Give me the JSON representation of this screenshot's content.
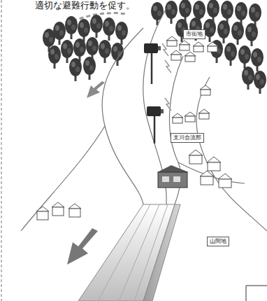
{
  "diagram": {
    "nodes": [
      {
        "text": [
          "市街地"
        ]
      },
      {
        "text": [
          "支川合流部"
        ]
      },
      {
        "text": [
          "山間地"
        ]
      }
    ],
    "labels": [
      "適切な避難行動を促す。"
    ]
  }
}
